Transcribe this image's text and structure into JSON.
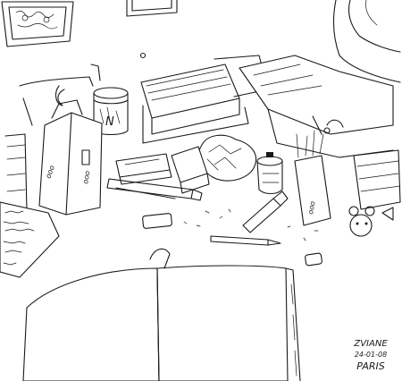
{
  "drawing": {
    "signature_name": "ZVIANE",
    "signature_date": "24-01-08",
    "signature_place": "PARIS",
    "jar_label": "N",
    "box_label_left": "ooo",
    "box_label_right": "ooo",
    "pencil_box_label": "ooo"
  },
  "colors": {
    "ink": "#1a1a1a",
    "paper": "#ffffff"
  }
}
